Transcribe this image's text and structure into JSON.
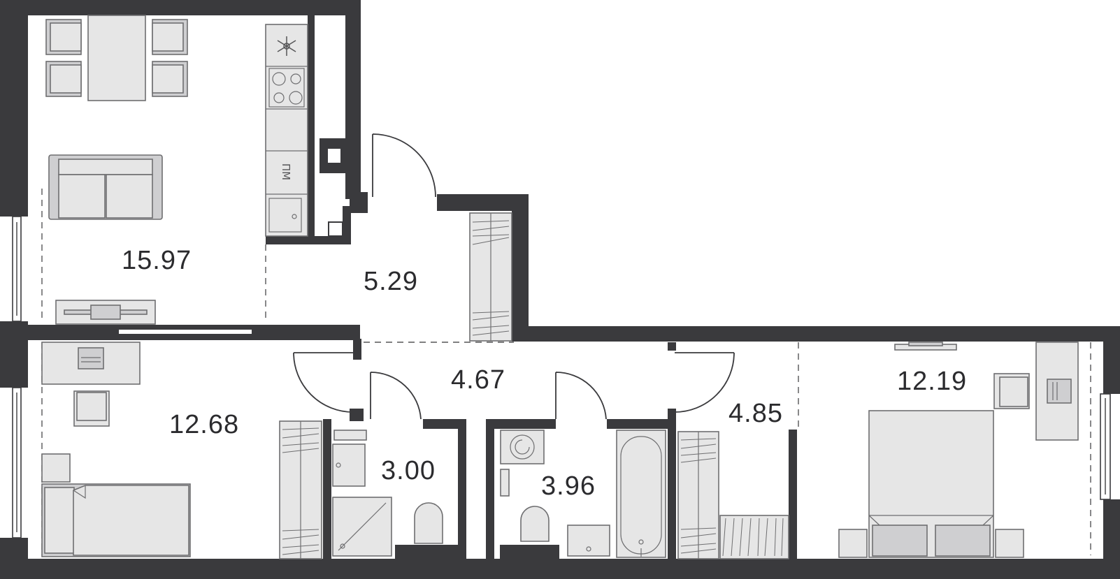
{
  "rooms": [
    {
      "id": "living-kitchen",
      "area": "15.97"
    },
    {
      "id": "hallway-upper",
      "area": "5.29"
    },
    {
      "id": "bedroom-left",
      "area": "12.68"
    },
    {
      "id": "corridor",
      "area": "4.67"
    },
    {
      "id": "bathroom-shower",
      "area": "3.00"
    },
    {
      "id": "bathroom-tub",
      "area": "3.96"
    },
    {
      "id": "wardrobe",
      "area": "4.85"
    },
    {
      "id": "bedroom-right",
      "area": "12.19"
    }
  ],
  "appliances": {
    "dishwasher_label": "ПМ",
    "fridge_icon": "snowflake-icon",
    "washer_icon": "washing-machine-icon"
  },
  "colors": {
    "wall": "#3a3a3d",
    "furniture": "#e6e6e6",
    "outline": "#6e6e70"
  }
}
